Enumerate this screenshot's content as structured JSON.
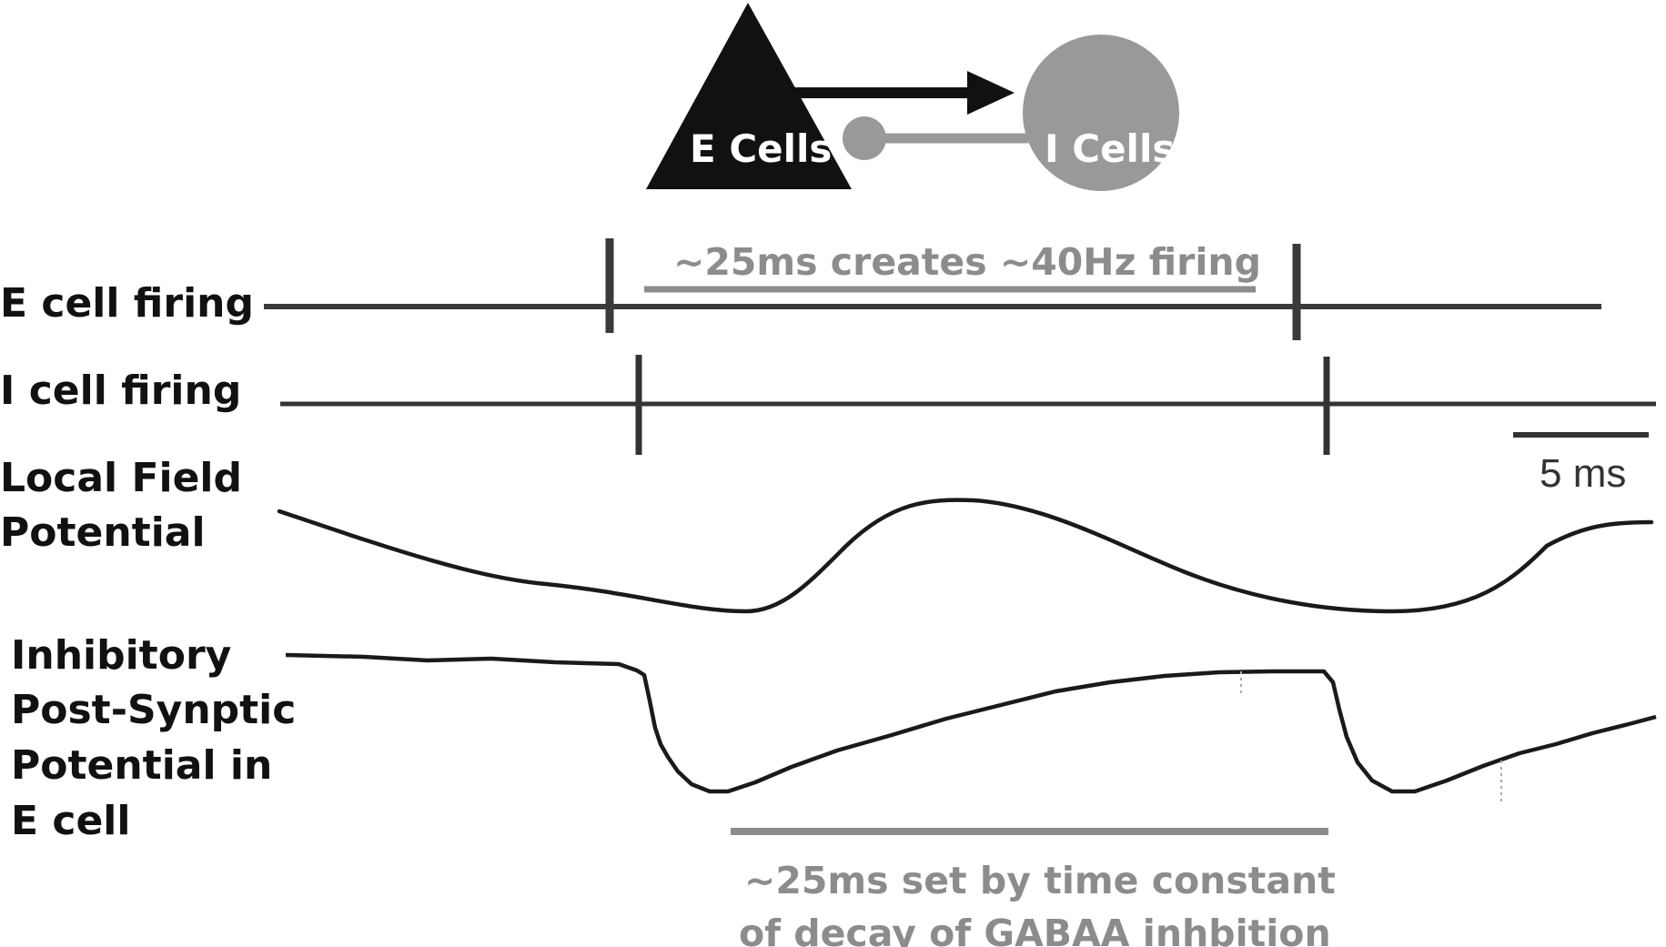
{
  "circuit": {
    "e_cells_label": "E Cells",
    "i_cells_label": "I Cells"
  },
  "rows": {
    "e_cell_firing": "E cell firing",
    "i_cell_firing": "I cell firing",
    "lfp_line1": "Local Field",
    "lfp_line2": "Potential",
    "ipsp_line1": "Inhibitory",
    "ipsp_line2": "Post-Synptic",
    "ipsp_line3": "Potential in",
    "ipsp_line4": "E cell"
  },
  "annotations": {
    "top_note": "~25ms creates ~40Hz firing",
    "bottom_note_line1": "~25ms set by time constant",
    "bottom_note_line2": "of decay of GABAA inhbition",
    "scale_bar_label": "5 ms"
  },
  "colors": {
    "excitatory": "#111111",
    "inhibitory": "#999999",
    "annotation": "#8c8c8c",
    "trace": "#1a1a1a"
  }
}
